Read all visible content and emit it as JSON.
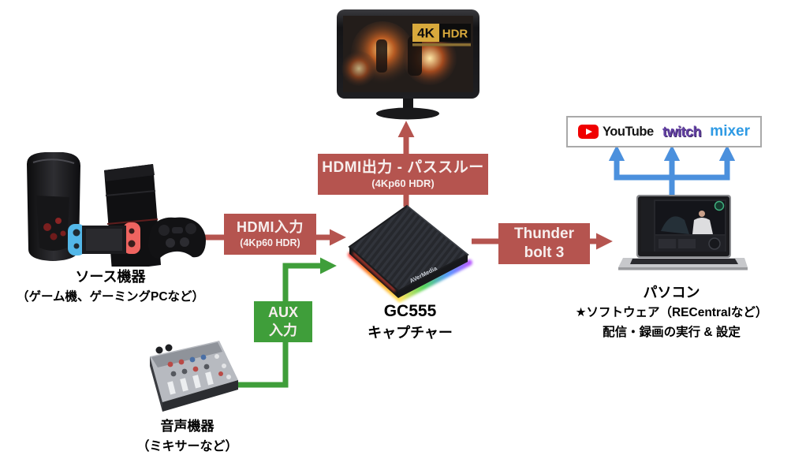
{
  "colors": {
    "arrow_red": "#b5544f",
    "arrow_green": "#3f9e3a",
    "arrow_blue": "#4b90dd"
  },
  "monitor": {
    "badge_4k": "4K",
    "badge_hdr": "HDR"
  },
  "services": {
    "youtube": "YouTube",
    "twitch": "twitch",
    "mixer": "mixer"
  },
  "flows": {
    "hdmi_out": {
      "title": "HDMI出力 - パススルー",
      "subtitle": "(4Kp60 HDR)"
    },
    "hdmi_in": {
      "title": "HDMI入力",
      "subtitle": "(4Kp60 HDR)"
    },
    "thunderbolt": {
      "line1": "Thunder",
      "line2": "bolt 3"
    },
    "aux": {
      "line1": "AUX",
      "line2": "入力"
    }
  },
  "source_devices": {
    "title": "ソース機器",
    "subtitle": "（ゲーム機、ゲーミングPCなど）"
  },
  "capture_device": {
    "title": "GC555",
    "subtitle": "キャプチャー",
    "brand": "AVerMedia"
  },
  "computer": {
    "title": "パソコン",
    "software": "★ソフトウェア（RECentralなど）",
    "role": "配信・録画の実行 & 設定"
  },
  "audio_device": {
    "title": "音声機器",
    "subtitle": "（ミキサーなど）"
  }
}
